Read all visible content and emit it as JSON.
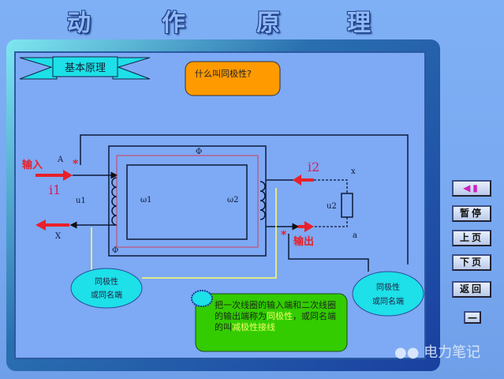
{
  "title_chars": [
    "动",
    "作",
    "原",
    "理"
  ],
  "banner": "基本原理",
  "question": "什么叫同极性?",
  "diagram": {
    "input": "输入",
    "output": "输出",
    "i1": "i1",
    "i2": "i2",
    "A": "A",
    "X": "X",
    "x": "x",
    "a": "a",
    "u1": "u1",
    "u2_load": "u2",
    "w1": "ω1",
    "w2": "ω2",
    "phi": "Φ",
    "star": "*"
  },
  "ellipse1": {
    "line1": "同极性",
    "line2": "或同名端"
  },
  "ellipse2": {
    "line1": "同极性",
    "line2": "或同名端"
  },
  "note": {
    "part1": "把一次线圈的输入端和二次线圈的输出端称为",
    "hl1": "同极性",
    "part2": "，或同名端的叫",
    "hl2": "减极性接线"
  },
  "buttons": {
    "pause": "暂停",
    "prev": "上页",
    "next": "下页",
    "back": "返回",
    "minus": "—"
  },
  "watermark": "电力笔记",
  "colors": {
    "accent_red": "#e8202a",
    "orange": "#ff9a00",
    "green": "#33cc00",
    "cyan": "#1de0e8"
  }
}
